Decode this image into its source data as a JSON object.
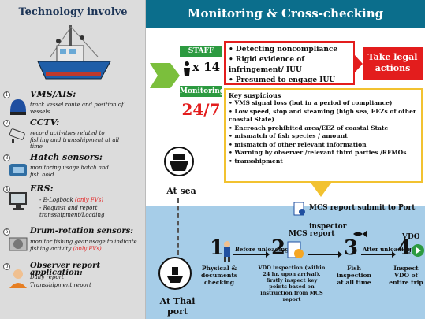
{
  "left": {
    "title": "Technology involve",
    "items": [
      {
        "num": "1",
        "head": "VMS/AIS:",
        "desc": "track vessel route and position of vessels",
        "icon": "vms-device-icon"
      },
      {
        "num": "2",
        "head": "CCTV:",
        "desc": "record activities related to fishing and transshipment at all time",
        "icon": "cctv-camera-icon"
      },
      {
        "num": "3",
        "head": "Hatch sensors:",
        "desc": "monitoring usage hatch and fish hold",
        "icon": "hatch-sensor-icon"
      },
      {
        "num": "4",
        "head": "ERS:",
        "desc_line1": "- E-Logbook ",
        "desc_red1": "(only FVs)",
        "desc_line2": "- Request and report transshipment/Loading",
        "icon": "ers-computer-icon"
      },
      {
        "num": "5",
        "head": "Drum-rotation sensors:",
        "desc": "monitor fishing gear usage to indicate fishing activity ",
        "desc_red": "(only FVs)",
        "icon": "drum-sensor-icon"
      },
      {
        "num": "6",
        "head": "Observer report application:",
        "desc_line1": "Daily report",
        "desc_line2": "Transshipment report",
        "icon": "observer-icon"
      }
    ]
  },
  "right": {
    "title": "Monitoring & Cross-checking",
    "staff_label": "STAFF",
    "staff_count": "x 14",
    "monitoring_label": "Monitoring",
    "monitoring_value": "24/7",
    "red_items": [
      "Detecting noncompliance",
      "Rigid evidence of infringement/ IUU",
      "Presumed to engage IUU"
    ],
    "legal_action": "Take legal actions",
    "key_suspicious_title": "Key suspicious",
    "suspicious_items": [
      "VMS signal loss (but in a period of compliance)",
      "Low speed, stop and steaming (high sea, EEZs of other coastal State)",
      "Encroach prohibited area/EEZ of coastal State",
      "mismatch of fish species / amount",
      "mismatch of other relevant information",
      "Warning by observer /relevant third parties /RFMOs",
      "transshipment"
    ],
    "mcs_submit": "MCS report submit to Port inspector",
    "at_sea": "At sea",
    "at_port": "At Thai port",
    "mcs_report": "MCS report",
    "steps": [
      {
        "num": "1",
        "text": "Physical & documents checking"
      },
      {
        "num": "2",
        "text": "VDO inspection (within 24 hr. upon arrival), firstly inspect key points based on instruction from MCS report"
      },
      {
        "num": "3",
        "text": "Fish inspection at all time"
      },
      {
        "num": "4",
        "text": "Inspect VDO of entire trip",
        "top_label": "VDO"
      }
    ],
    "before_unloading": "Before unloading",
    "after_unloading": "After unloading"
  },
  "colors": {
    "title_bar": "#0b6e8c",
    "green": "#2c9a40",
    "red": "#e31d1d",
    "yellow": "#f2c230",
    "blue_band": "#a6cde8"
  }
}
